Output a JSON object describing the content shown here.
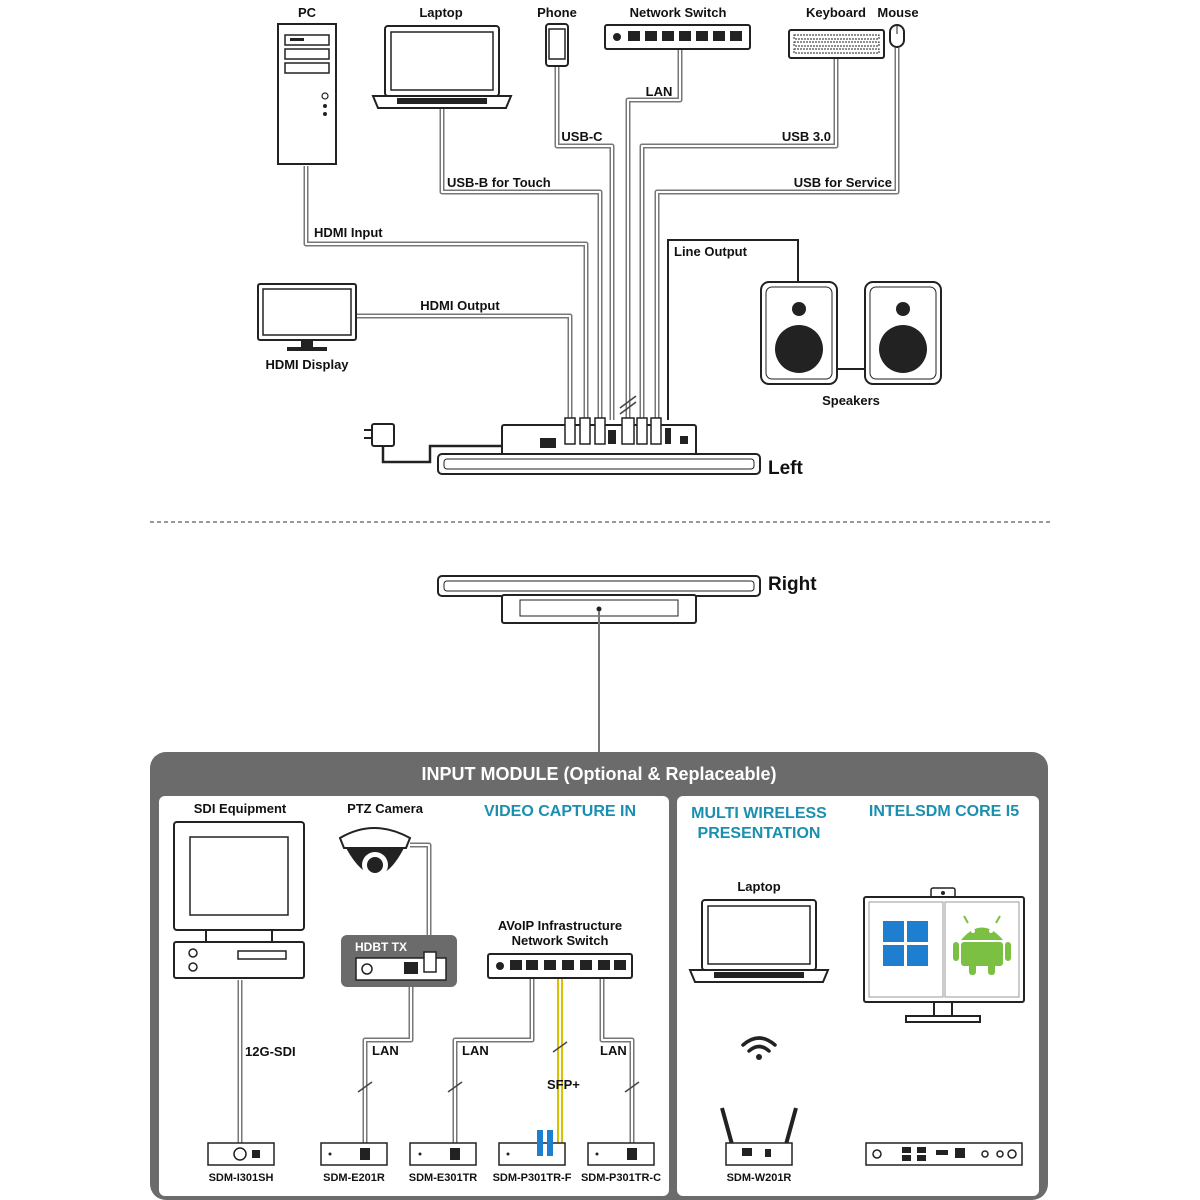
{
  "colors": {
    "teal": "#1a8fb0",
    "module_bg": "#6b6b6b",
    "cable": "#777777",
    "sfp_cable": "#d8c200",
    "windows_blue": "#1e7fd0",
    "android_green": "#7cc043"
  },
  "top": {
    "devices": {
      "pc": "PC",
      "laptop": "Laptop",
      "phone": "Phone",
      "network_switch": "Network Switch",
      "keyboard": "Keyboard",
      "mouse": "Mouse",
      "hdmi_display": "HDMI Display",
      "speakers": "Speakers"
    },
    "cables": {
      "lan": "LAN",
      "usb_c": "USB-C",
      "usb_3": "USB 3.0",
      "usb_b_touch": "USB-B for Touch",
      "usb_service": "USB for Service",
      "hdmi_input": "HDMI Input",
      "line_output": "Line Output",
      "hdmi_output": "HDMI Output"
    },
    "side_label": "Left"
  },
  "bottom": {
    "side_label": "Right",
    "module_title": "INPUT MODULE (Optional & Replaceable)",
    "video_capture": {
      "heading": "VIDEO CAPTURE IN",
      "sdi_equipment": "SDI Equipment",
      "ptz_camera": "PTZ Camera",
      "hdbt_tx": "HDBT TX",
      "avoip_line1": "AVoIP Infrastructure",
      "avoip_line2": "Network Switch",
      "sdi_cable": "12G-SDI",
      "lan1": "LAN",
      "lan2": "LAN",
      "lan3": "LAN",
      "sfp": "SFP+",
      "modules": [
        "SDM-I301SH",
        "SDM-E201R",
        "SDM-E301TR",
        "SDM-P301TR-F",
        "SDM-P301TR-C"
      ]
    },
    "wireless": {
      "heading_line1": "MULTI WIRELESS",
      "heading_line2": "PRESENTATION",
      "laptop": "Laptop",
      "module": "SDM-W201R"
    },
    "intel": {
      "heading": "INTELSDM CORE I5"
    }
  }
}
